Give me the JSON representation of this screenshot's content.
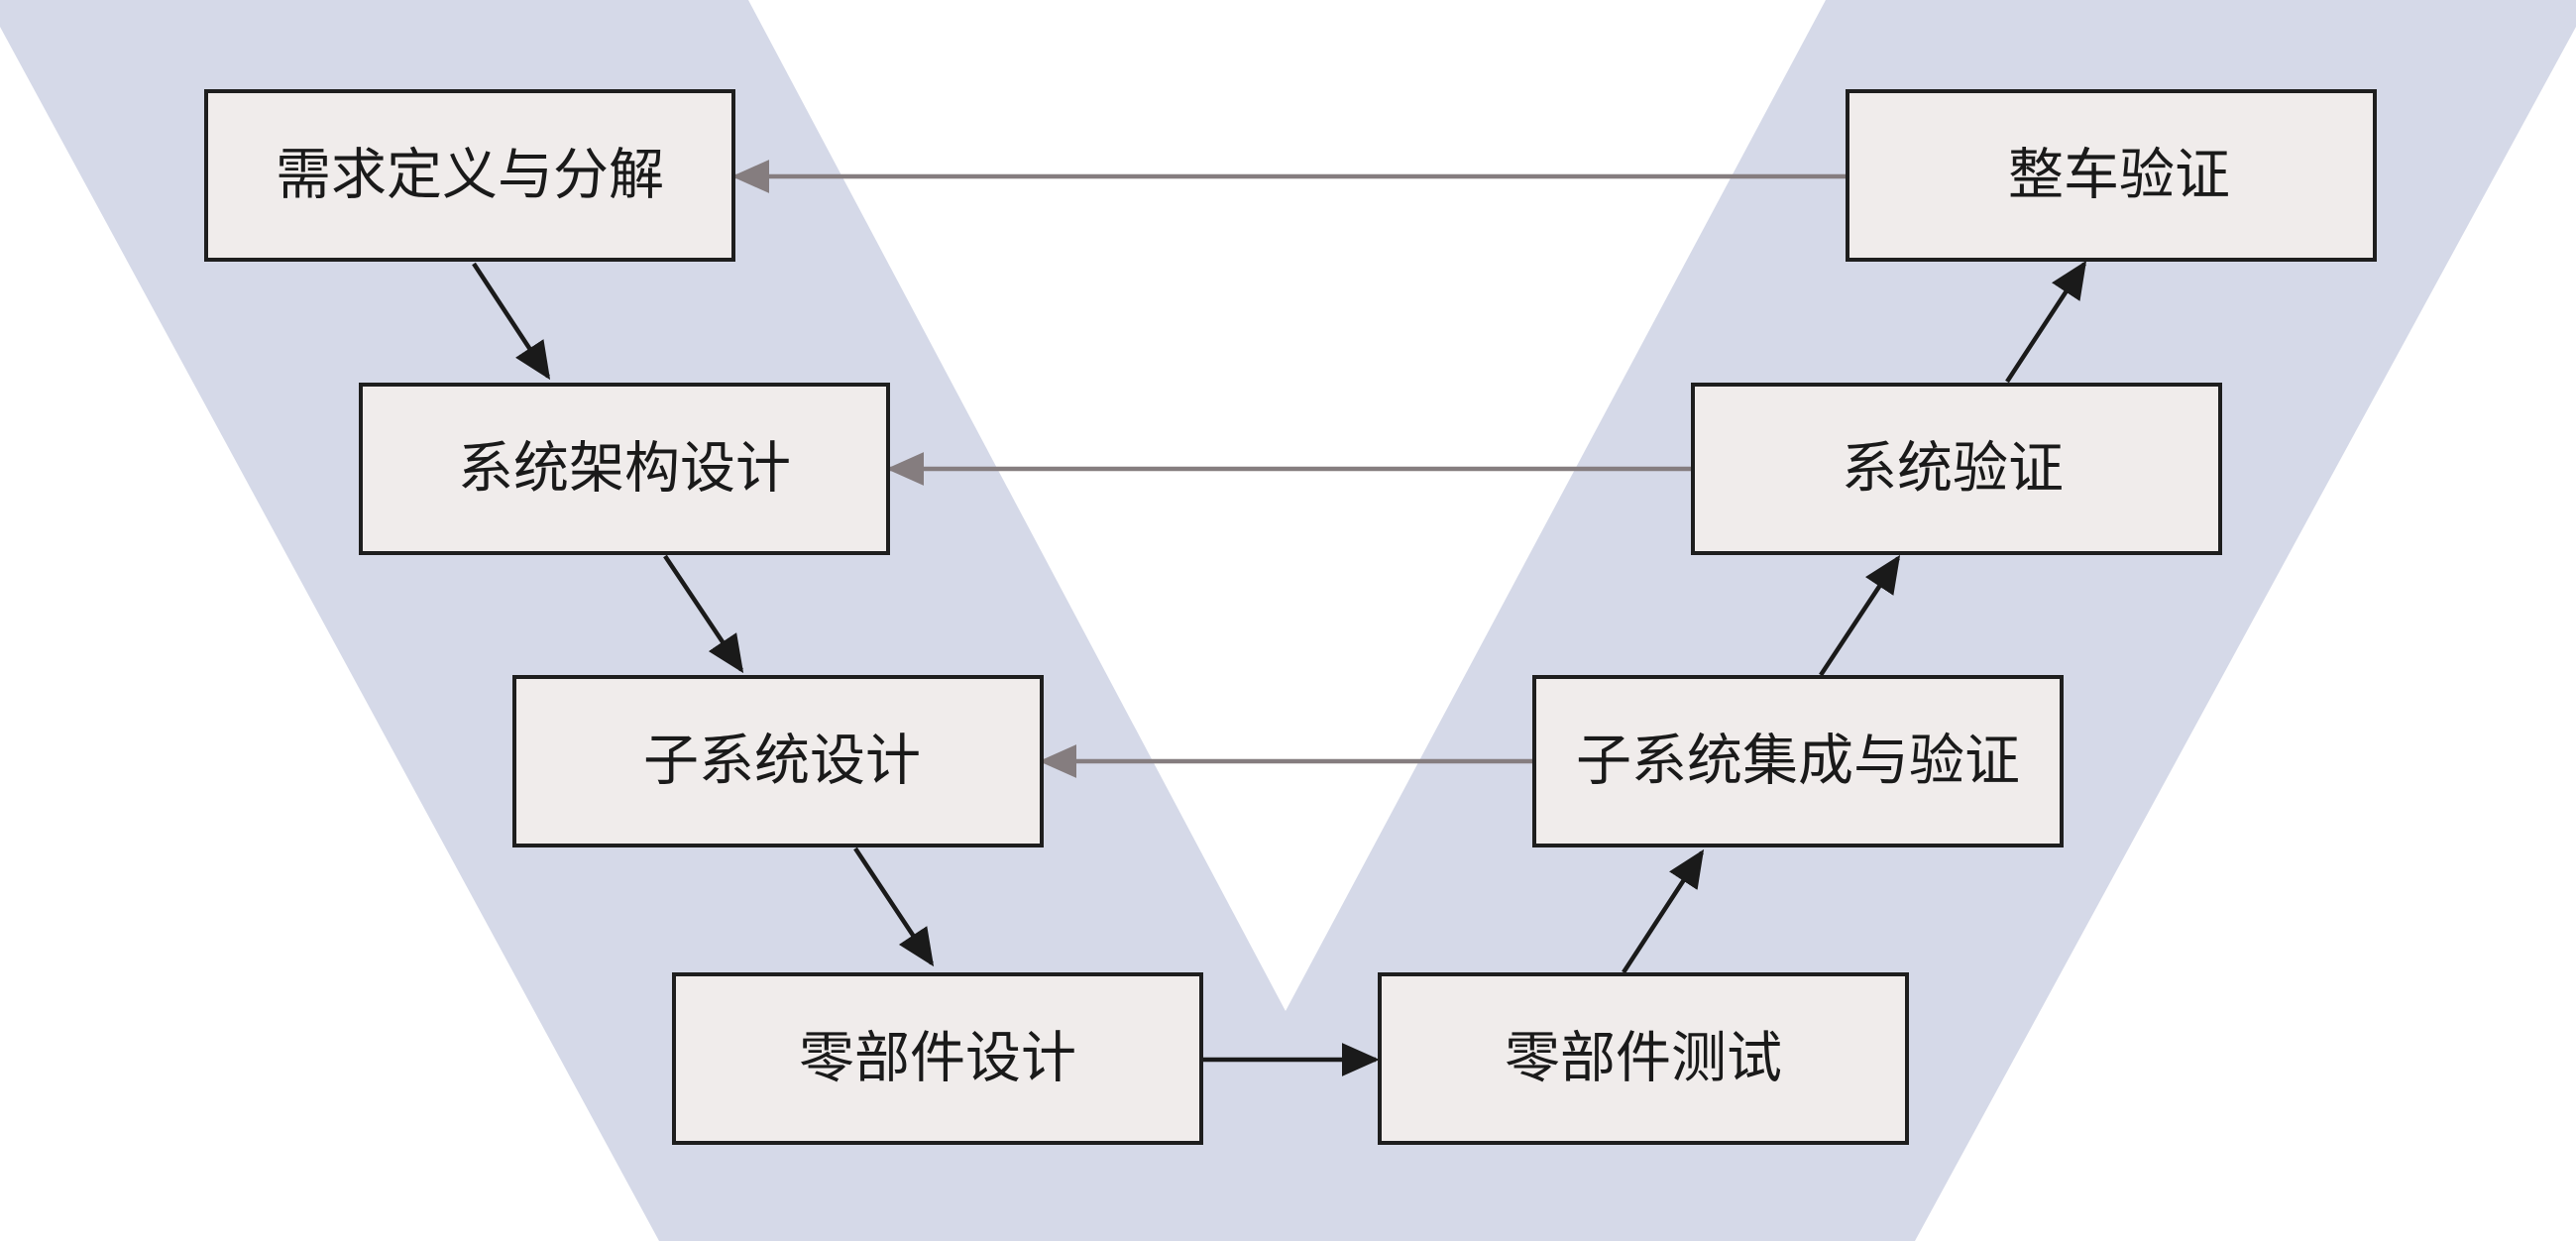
{
  "colors": {
    "band": "#d5d9e8",
    "box_fill": "#f0eceb",
    "box_border": "#1e1e1e",
    "arrow_main": "#1a1a1a",
    "arrow_trace": "#857d7f"
  },
  "left_branch": {
    "requirements": "需求定义与分解",
    "system_architecture": "系统架构设计",
    "subsystem_design": "子系统设计",
    "component_design": "零部件设计"
  },
  "right_branch": {
    "component_test": "零部件测试",
    "subsystem_integration": "子系统集成与验证",
    "system_verification": "系统验证",
    "vehicle_verification": "整车验证"
  }
}
